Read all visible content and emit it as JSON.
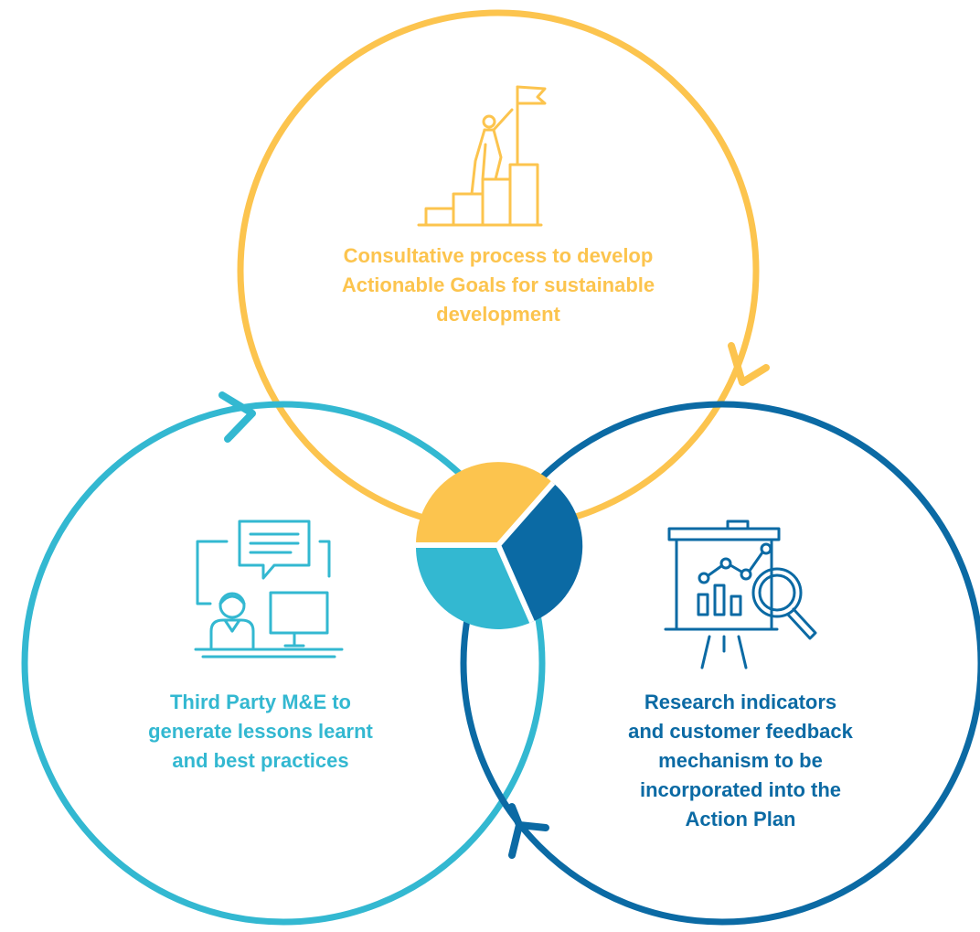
{
  "colors": {
    "yellow": "#FCC44E",
    "teal": "#33B8D1",
    "navy": "#0B6AA4",
    "icon_stroke_teal": "#33B8D1"
  },
  "cycle": {
    "top": {
      "icon": "goal-flag-climber-icon",
      "lines": [
        "Consultative process to develop",
        "Actionable Goals for sustainable",
        "development"
      ]
    },
    "right": {
      "icon": "presentation-chart-magnifier-icon",
      "lines": [
        "Research indicators",
        "and customer feedback",
        "mechanism to be",
        "incorporated into the",
        "Action Plan"
      ]
    },
    "left": {
      "icon": "person-computer-chat-icon",
      "lines": [
        "Third Party M&E to",
        "generate lessons learnt",
        "and best practices"
      ]
    }
  }
}
